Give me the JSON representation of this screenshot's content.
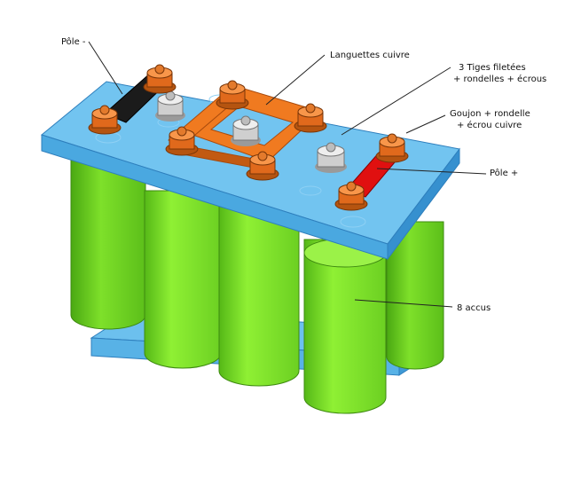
{
  "labels": {
    "pole_minus": "Pôle -",
    "languettes": "Languettes cuivre",
    "tiges_line1": "3 Tiges filetées",
    "tiges_line2": "+ rondelles + écrous",
    "goujon_line1": "Goujon + rondelle",
    "goujon_line2": "+ écrou cuivre",
    "pole_plus": "Pôle +",
    "accus": "8 accus"
  },
  "colors": {
    "plate": "#58b2e6",
    "plate_edge": "#2e7fbd",
    "cell": "#86e82a",
    "cell_dark": "#4eab14",
    "copper": "#f07a20",
    "copper_dark": "#a84a0c",
    "steel": "#d6d6d6",
    "pole_minus": "#1b1b1b",
    "pole_plus": "#e01010"
  }
}
